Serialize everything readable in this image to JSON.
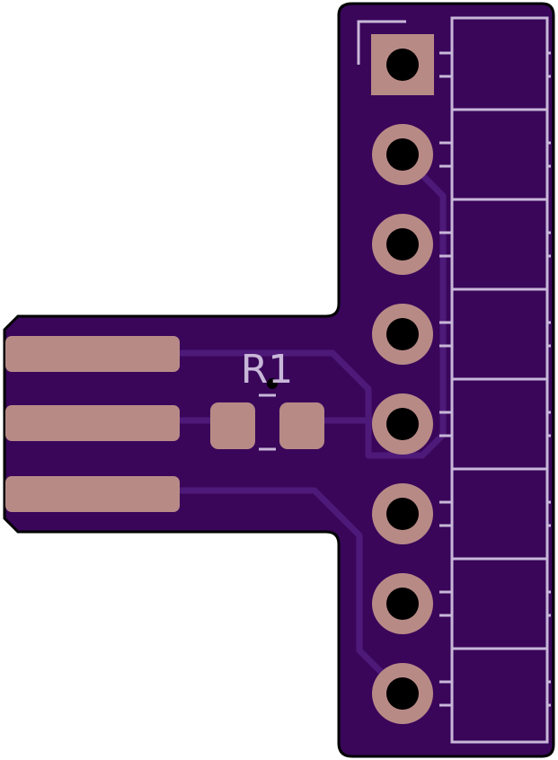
{
  "board": {
    "ref_designator": "R1",
    "colors": {
      "page": "#ffffff",
      "outline": "#000000",
      "substrate": "#39065a",
      "trace": "#4e1a79",
      "silkscreen": "#c8b7d8",
      "copper": "#b88a86",
      "drill": "#000000"
    }
  },
  "edge_contacts": [
    {
      "name": "edge-contact-1"
    },
    {
      "name": "edge-contact-2"
    },
    {
      "name": "edge-contact-3"
    }
  ],
  "smd_pads": [
    {
      "name": "r1-pad-1"
    },
    {
      "name": "r1-pad-2"
    }
  ],
  "header_pins": [
    {
      "pin": 1,
      "shape": "square"
    },
    {
      "pin": 2,
      "shape": "round"
    },
    {
      "pin": 3,
      "shape": "round"
    },
    {
      "pin": 4,
      "shape": "round"
    },
    {
      "pin": 5,
      "shape": "round"
    },
    {
      "pin": 6,
      "shape": "round"
    },
    {
      "pin": 7,
      "shape": "round"
    },
    {
      "pin": 8,
      "shape": "round"
    }
  ]
}
